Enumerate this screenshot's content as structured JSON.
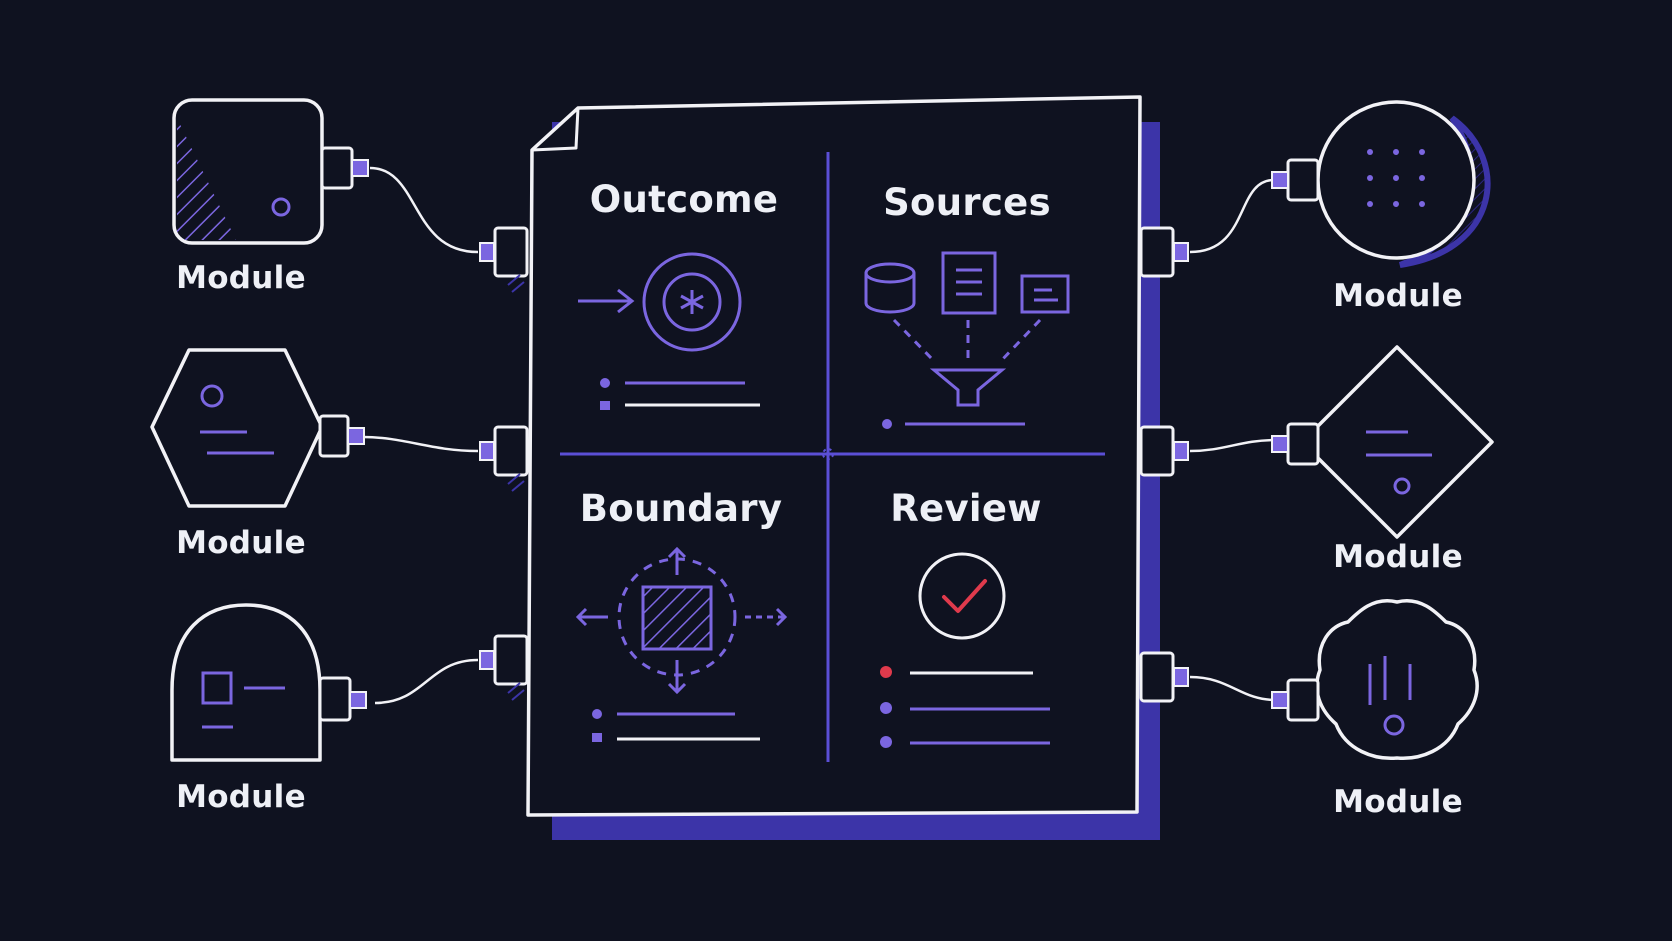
{
  "colors": {
    "background": "#0f1220",
    "line": "#f2f2f6",
    "accent": "#7b66e0",
    "shadow": "#3c34a8",
    "alert": "#e03a4c"
  },
  "document": {
    "quadrants": [
      {
        "title": "Outcome",
        "icon": "target-icon"
      },
      {
        "title": "Sources",
        "icon": "funnel-icon"
      },
      {
        "title": "Boundary",
        "icon": "boundary-icon"
      },
      {
        "title": "Review",
        "icon": "check-icon"
      }
    ]
  },
  "modules": {
    "left": [
      {
        "label": "Module",
        "shape": "rounded-square"
      },
      {
        "label": "Module",
        "shape": "hexagon"
      },
      {
        "label": "Module",
        "shape": "dome"
      }
    ],
    "right": [
      {
        "label": "Module",
        "shape": "circle"
      },
      {
        "label": "Module",
        "shape": "diamond"
      },
      {
        "label": "Module",
        "shape": "flower"
      }
    ]
  }
}
